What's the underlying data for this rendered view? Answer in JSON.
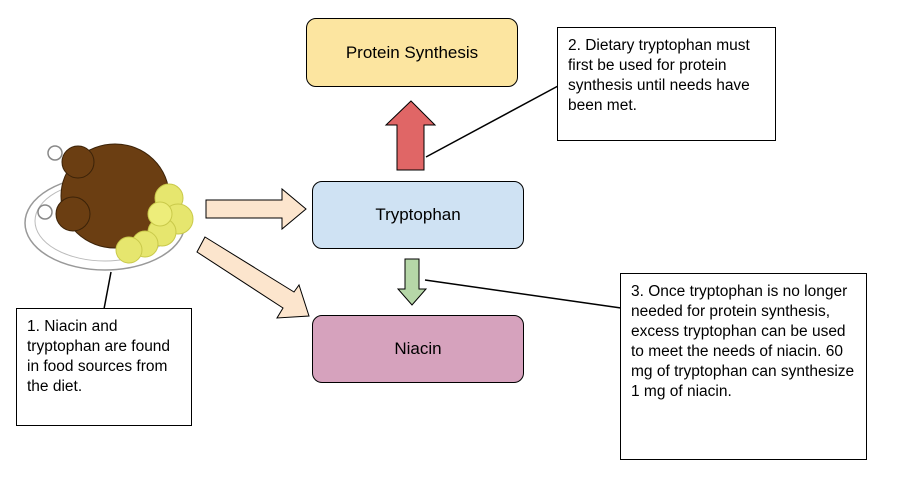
{
  "nodes": {
    "protein_synthesis": "Protein Synthesis",
    "tryptophan": "Tryptophan",
    "niacin": "Niacin"
  },
  "notes": {
    "note1": "1. Niacin and tryptophan are found in food sources from the diet.",
    "note2": "2. Dietary tryptophan must first be used for protein synthesis until needs have been met.",
    "note3": "3. Once tryptophan is no longer needed for protein synthesis, excess tryptophan can be used to meet the needs of niacin. 60 mg of tryptophan can synthesize 1 mg of niacin."
  },
  "colors": {
    "protein_box": "#fce5a0",
    "tryptophan_box": "#cfe2f3",
    "niacin_box": "#d6a2bd",
    "up_arrow": "#e06666",
    "down_arrow": "#b6d7a8",
    "food_arrows": "#fce5cd"
  },
  "icons": {
    "food": "roast-chicken-plate-icon"
  }
}
